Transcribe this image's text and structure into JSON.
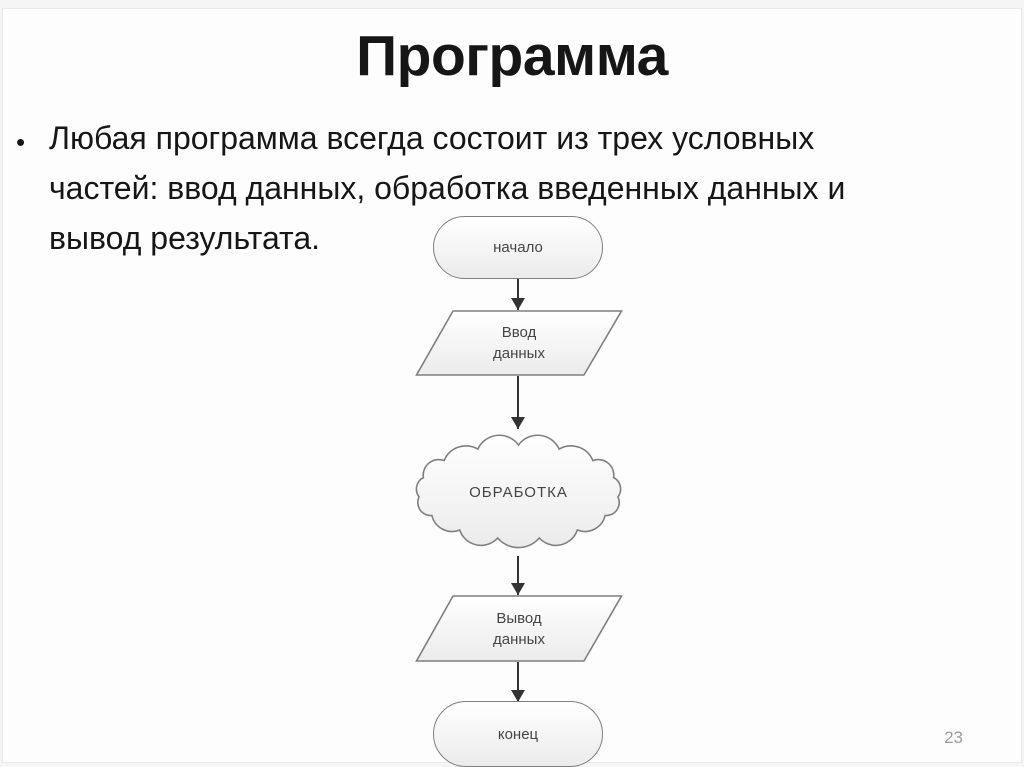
{
  "slide": {
    "title": "Программа",
    "page_number": "23"
  },
  "bullet": {
    "marker": "•",
    "lines": [
      "Любая программа всегда состоит из трех условных",
      "частей: ввод данных, обработка введенных данных и",
      "вывод результата."
    ]
  },
  "flowchart": {
    "nodes": [
      {
        "id": "start",
        "shape": "terminator",
        "label": "начало"
      },
      {
        "id": "input",
        "shape": "parallelogram",
        "label": "Ввод данных"
      },
      {
        "id": "process",
        "shape": "cloud",
        "label": "ОБРАБОТКА"
      },
      {
        "id": "output",
        "shape": "parallelogram",
        "label": "Вывод данных"
      },
      {
        "id": "end",
        "shape": "terminator",
        "label": "конец"
      }
    ],
    "edges": [
      {
        "from": "start",
        "to": "input"
      },
      {
        "from": "input",
        "to": "process"
      },
      {
        "from": "process",
        "to": "output"
      },
      {
        "from": "output",
        "to": "end"
      }
    ]
  },
  "colors": {
    "text": "#161616",
    "shape_border": "#7f7f7f",
    "shape_fill_top": "#ffffff",
    "shape_fill_bottom": "#ebebeb",
    "shape_text": "#454545",
    "arrow": "#333333",
    "page_number": "#9b9b9b"
  }
}
